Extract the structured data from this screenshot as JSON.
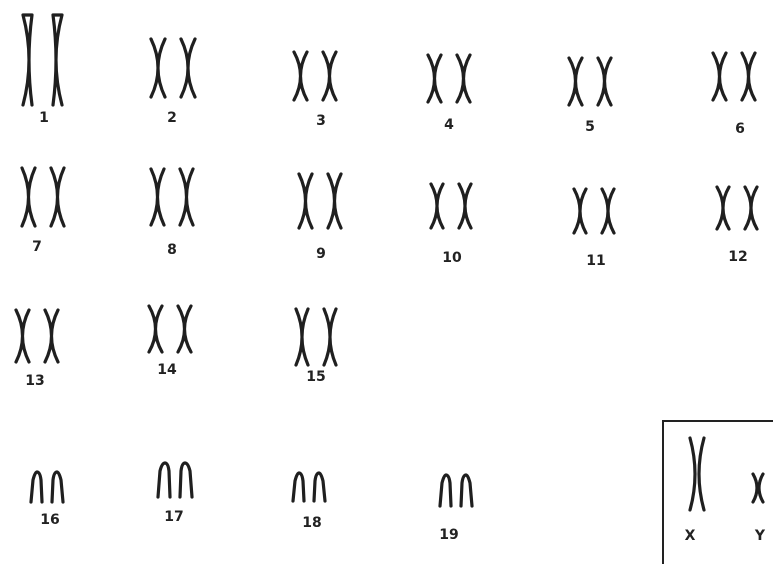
{
  "figure": {
    "labels": {
      "c1": "1",
      "c2": "2",
      "c3": "3",
      "c4": "4",
      "c5": "5",
      "c6": "6",
      "c7": "7",
      "c8": "8",
      "c9": "9",
      "c10": "10",
      "c11": "11",
      "c12": "12",
      "c13": "13",
      "c14": "14",
      "c15": "15",
      "c16": "16",
      "c17": "17",
      "c18": "18",
      "c19": "19",
      "x": "X",
      "y": "Y"
    },
    "colors": {
      "ink": "#1f1f1f",
      "background": "#ffffff"
    }
  }
}
